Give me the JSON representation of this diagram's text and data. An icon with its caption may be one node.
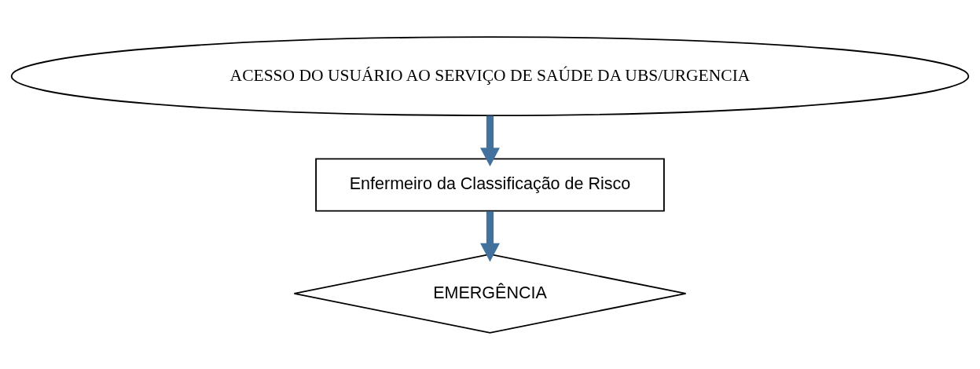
{
  "diagram": {
    "nodes": [
      {
        "text": [
          "ACESSO DO USUÁRIO AO SERVIÇO DE SAÚDE DA UBS/URGENCIA"
        ]
      },
      {
        "text": [
          "Enfermeiro da Classificação de Risco"
        ]
      },
      {
        "text": [
          "EMERGÊNCIA"
        ]
      }
    ],
    "edges": [
      {
        "from": 0,
        "to": 1,
        "arrow": "to"
      },
      {
        "from": 1,
        "to": 2,
        "arrow": "to"
      }
    ]
  }
}
